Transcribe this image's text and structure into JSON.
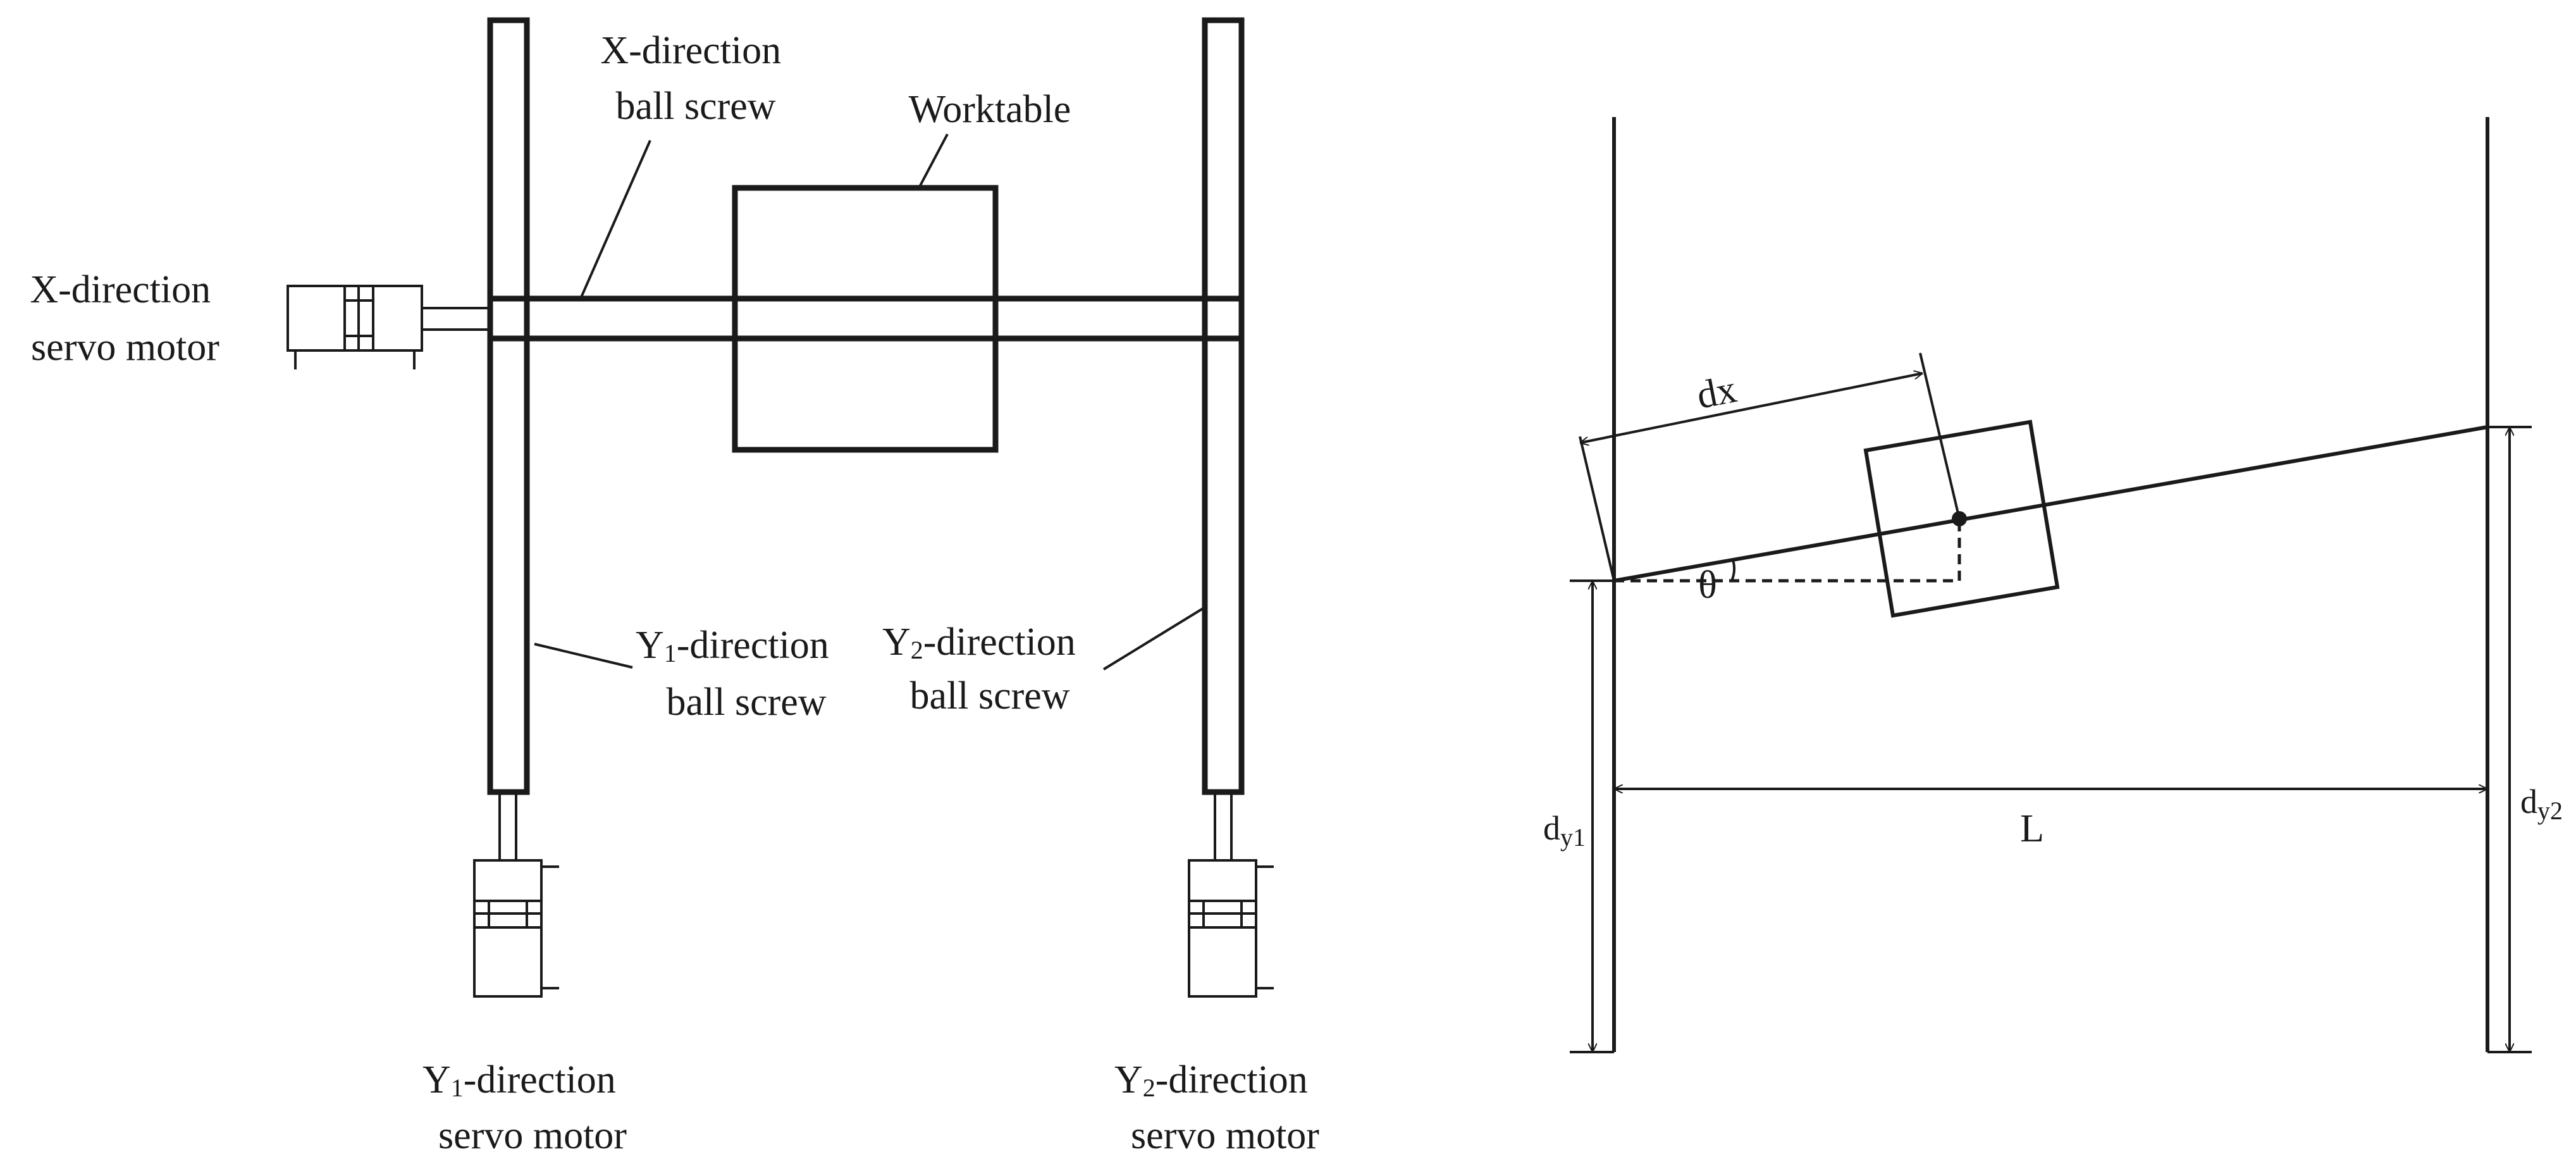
{
  "left_panel": {
    "x_motor": {
      "line1": "X-direction",
      "line2": "servo motor"
    },
    "x_screw": {
      "line1": "X-direction",
      "line2": "ball screw"
    },
    "worktable": "Worktable",
    "y1_screw": {
      "prefix": "Y",
      "sub": "1",
      "rest": "-direction",
      "line2": "ball screw"
    },
    "y2_screw": {
      "prefix": "Y",
      "sub": "2",
      "rest": "-direction",
      "line2": "ball screw"
    },
    "y1_motor": {
      "prefix": "Y",
      "sub": "1",
      "rest": "-direction",
      "line2": "servo motor"
    },
    "y2_motor": {
      "prefix": "Y",
      "sub": "2",
      "rest": "-direction",
      "line2": "servo motor"
    }
  },
  "right_panel": {
    "dx": "dx",
    "theta": "θ",
    "length": "L",
    "dy1": {
      "base": "d",
      "sub": "y1"
    },
    "dy2": {
      "base": "d",
      "sub": "y2"
    }
  }
}
